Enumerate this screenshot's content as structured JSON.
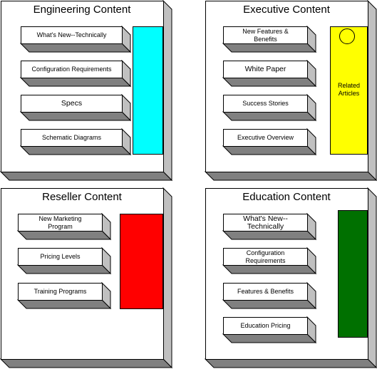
{
  "panels": {
    "engineering": {
      "title": "Engineering Content",
      "buttons": [
        "What's New--Technically",
        "Configuration Requirements",
        "Specs",
        "Schematic Diagrams"
      ],
      "bar_color": "#00ffff"
    },
    "executive": {
      "title": "Executive Content",
      "buttons": [
        "New Features &\nBenefits",
        "White Paper",
        "Success Stories",
        "Executive Overview"
      ],
      "bar_color": "#ffff00",
      "bar_label": "Related\nArticles"
    },
    "reseller": {
      "title": "Reseller Content",
      "buttons": [
        "New Marketing\nProgram",
        "Pricing Levels",
        "Training Programs"
      ],
      "bar_color": "#ff0000"
    },
    "education": {
      "title": "Education Content",
      "buttons": [
        "What's New--\nTechnically",
        "Configuration\nRequirements",
        "Features & Benefits",
        "Education Pricing"
      ],
      "bar_color": "#007000"
    }
  }
}
